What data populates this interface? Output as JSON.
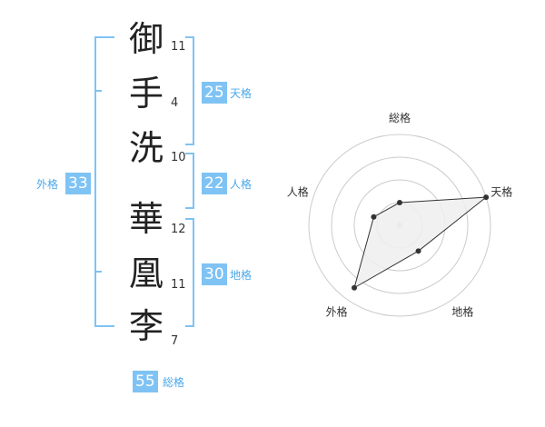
{
  "name": {
    "chars": [
      {
        "char": "御",
        "strokes": "11"
      },
      {
        "char": "手",
        "strokes": "4"
      },
      {
        "char": "洗",
        "strokes": "10"
      },
      {
        "char": "華",
        "strokes": "12"
      },
      {
        "char": "凰",
        "strokes": "11"
      },
      {
        "char": "李",
        "strokes": "7"
      }
    ]
  },
  "scores": {
    "tenkaku": {
      "value": "25",
      "label": "天格"
    },
    "jinkaku": {
      "value": "22",
      "label": "人格"
    },
    "chikaku": {
      "value": "30",
      "label": "地格"
    },
    "gaikaku": {
      "value": "33",
      "label": "外格"
    },
    "soukaku": {
      "value": "55",
      "label": "総格"
    }
  },
  "chart_data": {
    "type": "radar",
    "axes": [
      "総格",
      "天格",
      "地格",
      "外格",
      "人格"
    ],
    "values": [
      0.25,
      1.0,
      0.35,
      0.85,
      0.3
    ],
    "rings": 4,
    "grid": true
  },
  "colors": {
    "accent": "#7fc3f4",
    "accent_text": "#4aa8ea",
    "radar_fill": "#eeeeee",
    "radar_line": "#333333",
    "grid": "#cccccc"
  }
}
